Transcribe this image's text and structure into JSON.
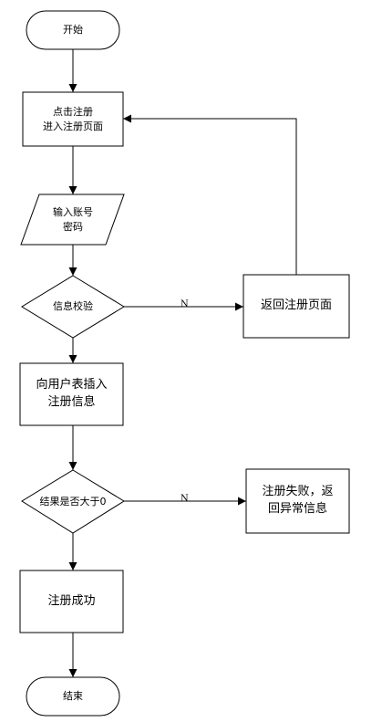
{
  "flowchart": {
    "nodes": {
      "start": {
        "text": "开始",
        "shape": "terminal"
      },
      "click_register": {
        "text": "点击注册\n进入注册页面",
        "shape": "process"
      },
      "input_account": {
        "text": "输入账号\n密码",
        "shape": "io"
      },
      "validate": {
        "text": "信息校验",
        "shape": "decision"
      },
      "return_page": {
        "text": "返回注册页面",
        "shape": "process"
      },
      "insert_user": {
        "text": "向用户表插入\n注册信息",
        "shape": "process"
      },
      "check_result": {
        "text": "结果是否大于0",
        "shape": "decision"
      },
      "register_fail": {
        "text": "注册失败，返\n回异常信息",
        "shape": "process"
      },
      "register_success": {
        "text": "注册成功",
        "shape": "process"
      },
      "end": {
        "text": "结束",
        "shape": "terminal"
      }
    },
    "edges": [
      {
        "from": "start",
        "to": "click_register",
        "label": ""
      },
      {
        "from": "click_register",
        "to": "input_account",
        "label": ""
      },
      {
        "from": "input_account",
        "to": "validate",
        "label": ""
      },
      {
        "from": "validate",
        "to": "return_page",
        "label": "N"
      },
      {
        "from": "return_page",
        "to": "click_register",
        "label": ""
      },
      {
        "from": "validate",
        "to": "insert_user",
        "label": ""
      },
      {
        "from": "insert_user",
        "to": "check_result",
        "label": ""
      },
      {
        "from": "check_result",
        "to": "register_fail",
        "label": "N"
      },
      {
        "from": "check_result",
        "to": "register_success",
        "label": ""
      },
      {
        "from": "register_success",
        "to": "end",
        "label": ""
      }
    ]
  }
}
